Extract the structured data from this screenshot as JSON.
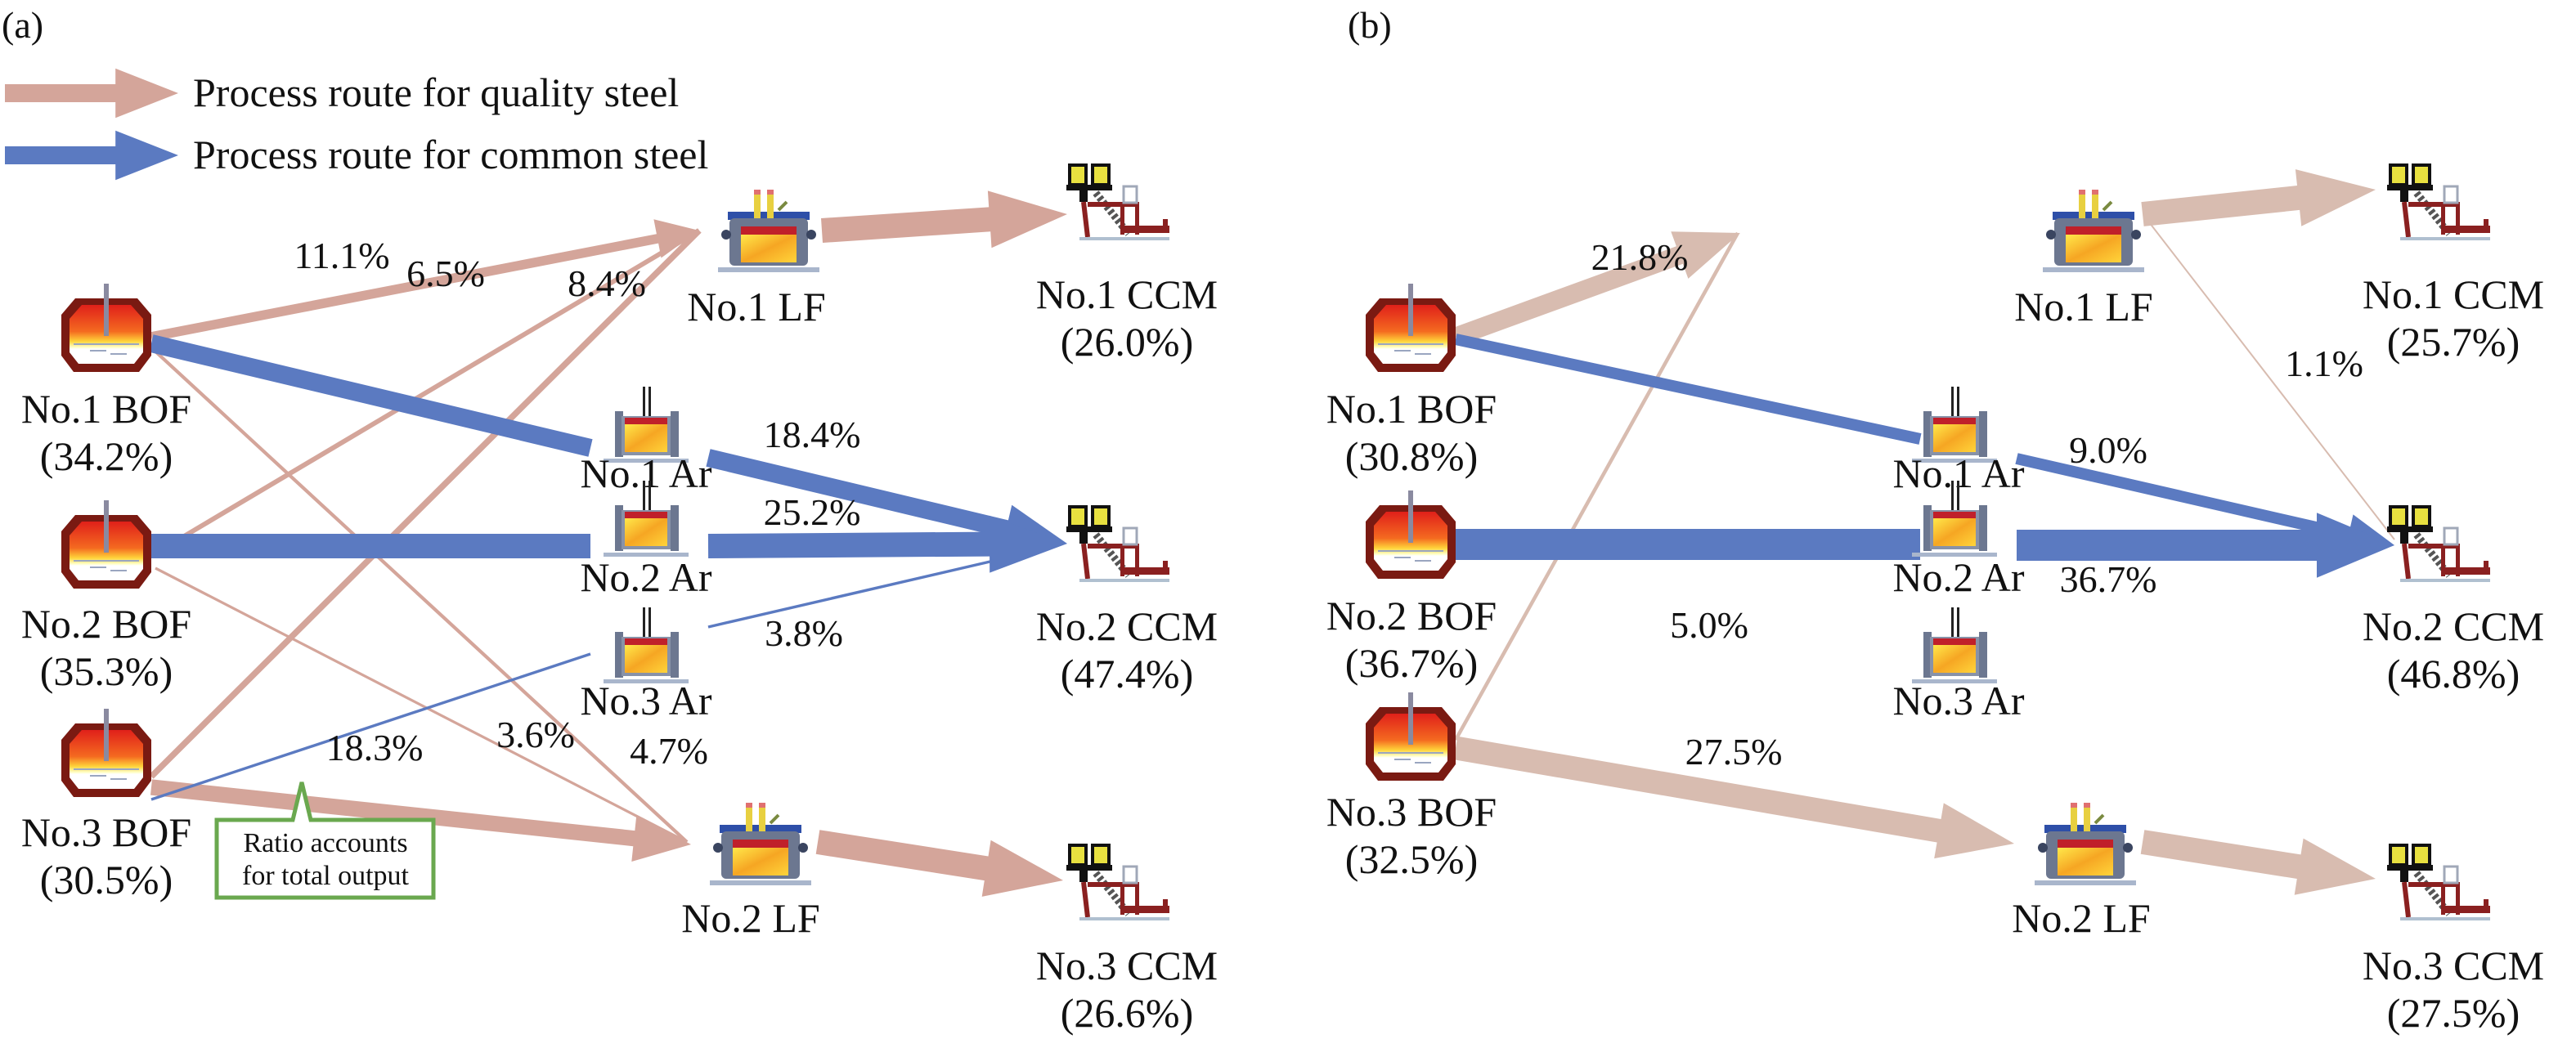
{
  "figure": {
    "legend": {
      "quality_label": "Process route for quality steel",
      "common_label": "Process route for common steel",
      "quality_color": "#D4A59A",
      "common_color": "#5B7AC1"
    },
    "callout": {
      "line1": "Ratio accounts",
      "line2": "for total output",
      "border_color": "#6AA84F"
    }
  },
  "chart_data": [
    {
      "type": "diagram",
      "panel": "(a)",
      "quality_color": "#D4A59A",
      "common_color": "#5B7AC1",
      "nodes": {
        "bof1": {
          "name": "No.1 BOF",
          "share": "(34.2%)"
        },
        "bof2": {
          "name": "No.2 BOF",
          "share": "(35.3%)"
        },
        "bof3": {
          "name": "No.3 BOF",
          "share": "(30.5%)"
        },
        "lf1": {
          "name": "No.1 LF",
          "share": ""
        },
        "lf2": {
          "name": "No.2 LF",
          "share": ""
        },
        "ar1": {
          "name": "No.1 Ar",
          "share": ""
        },
        "ar2": {
          "name": "No.2 Ar",
          "share": ""
        },
        "ar3": {
          "name": "No.3 Ar",
          "share": ""
        },
        "ccm1": {
          "name": "No.1 CCM",
          "share": "(26.0%)"
        },
        "ccm2": {
          "name": "No.2 CCM",
          "share": "(47.4%)"
        },
        "ccm3": {
          "name": "No.3 CCM",
          "share": "(26.6%)"
        }
      },
      "flows": [
        {
          "from": "bof1",
          "to": "lf1",
          "route": "quality",
          "value": 11.1,
          "label": "11.1%"
        },
        {
          "from": "bof2",
          "to": "lf1",
          "route": "quality",
          "value": 6.5,
          "label": "6.5%"
        },
        {
          "from": "bof3",
          "to": "lf1",
          "route": "quality",
          "value": 8.4,
          "label": "8.4%"
        },
        {
          "from": "bof1",
          "to": "lf2",
          "route": "quality",
          "value": 4.7,
          "label": "4.7%"
        },
        {
          "from": "bof2",
          "to": "lf2",
          "route": "quality",
          "value": 3.6,
          "label": "3.6%"
        },
        {
          "from": "bof3",
          "to": "lf2",
          "route": "quality",
          "value": 18.3,
          "label": "18.3%"
        },
        {
          "from": "bof1",
          "to": "ar1",
          "route": "common",
          "value": 18.4,
          "label": ""
        },
        {
          "from": "bof2",
          "to": "ar2",
          "route": "common",
          "value": 25.2,
          "label": ""
        },
        {
          "from": "bof3",
          "to": "ar3",
          "route": "common",
          "value": 3.8,
          "label": ""
        },
        {
          "from": "ar1",
          "to": "ccm2",
          "route": "common",
          "value": 18.4,
          "label": "18.4%"
        },
        {
          "from": "ar2",
          "to": "ccm2",
          "route": "common",
          "value": 25.2,
          "label": "25.2%"
        },
        {
          "from": "ar3",
          "to": "ccm2",
          "route": "common",
          "value": 3.8,
          "label": "3.8%"
        },
        {
          "from": "lf1",
          "to": "ccm1",
          "route": "quality",
          "value": 26.0,
          "label": ""
        },
        {
          "from": "lf2",
          "to": "ccm3",
          "route": "quality",
          "value": 26.6,
          "label": ""
        }
      ]
    },
    {
      "type": "diagram",
      "panel": "(b)",
      "quality_color": "#D8BCB0",
      "common_color": "#5B7AC1",
      "nodes": {
        "bof1": {
          "name": "No.1 BOF",
          "share": "(30.8%)"
        },
        "bof2": {
          "name": "No.2 BOF",
          "share": "(36.7%)"
        },
        "bof3": {
          "name": "No.3 BOF",
          "share": "(32.5%)"
        },
        "lf1": {
          "name": "No.1 LF",
          "share": ""
        },
        "lf2": {
          "name": "No.2 LF",
          "share": ""
        },
        "ar1": {
          "name": "No.1 Ar",
          "share": ""
        },
        "ar2": {
          "name": "No.2 Ar",
          "share": ""
        },
        "ar3": {
          "name": "No.3 Ar",
          "share": ""
        },
        "ccm1": {
          "name": "No.1 CCM",
          "share": "(25.7%)"
        },
        "ccm2": {
          "name": "No.2 CCM",
          "share": "(46.8%)"
        },
        "ccm3": {
          "name": "No.3 CCM",
          "share": "(27.5%)"
        }
      },
      "flows": [
        {
          "from": "bof1",
          "to": "lf1",
          "route": "quality",
          "value": 21.8,
          "label": "21.8%"
        },
        {
          "from": "bof3",
          "to": "lf1",
          "route": "quality",
          "value": 5.0,
          "label": "5.0%"
        },
        {
          "from": "bof3",
          "to": "lf2",
          "route": "quality",
          "value": 27.5,
          "label": "27.5%"
        },
        {
          "from": "bof1",
          "to": "ar1",
          "route": "common",
          "value": 9.0,
          "label": ""
        },
        {
          "from": "bof2",
          "to": "ar2",
          "route": "common",
          "value": 36.7,
          "label": ""
        },
        {
          "from": "ar1",
          "to": "ccm2",
          "route": "common",
          "value": 9.0,
          "label": "9.0%"
        },
        {
          "from": "ar2",
          "to": "ccm2",
          "route": "common",
          "value": 36.7,
          "label": "36.7%"
        },
        {
          "from": "lf1",
          "to": "ccm1",
          "route": "quality",
          "value": 25.7,
          "label": ""
        },
        {
          "from": "lf1",
          "to": "ccm2",
          "route": "quality",
          "value": 1.1,
          "label": "1.1%"
        },
        {
          "from": "lf2",
          "to": "ccm3",
          "route": "quality",
          "value": 27.5,
          "label": ""
        }
      ]
    }
  ]
}
